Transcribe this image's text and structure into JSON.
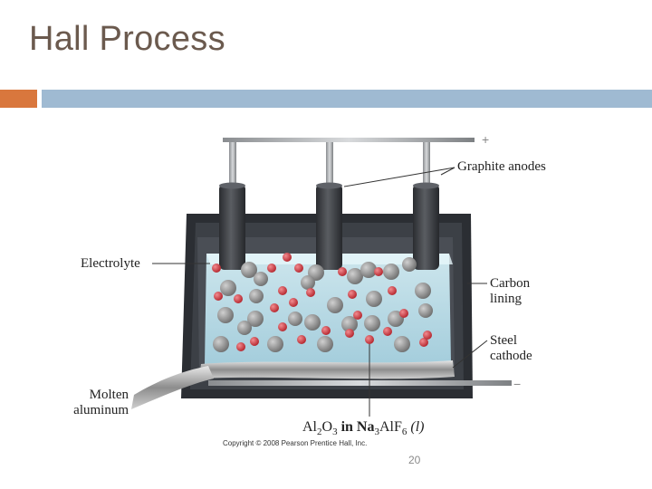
{
  "slide": {
    "title": "Hall Process",
    "page_number": "20"
  },
  "diagram": {
    "labels": {
      "graphite_anodes": "Graphite anodes",
      "electrolyte": "Electrolyte",
      "carbon_lining_line1": "Carbon",
      "carbon_lining_line2": "lining",
      "steel_cathode_line1": "Steel",
      "steel_cathode_line2": "cathode",
      "molten_aluminum_line1": "Molten",
      "molten_aluminum_line2": "aluminum",
      "plus_sign": "+",
      "minus_sign": "−"
    },
    "formula": {
      "part1": "Al",
      "sub1": "2",
      "part2": "O",
      "sub2": "3",
      "part3": " in Na",
      "sub3": "3",
      "part4": "AlF",
      "sub4": "6",
      "state": " (l)"
    },
    "copyright": "Copyright © 2008 Pearson Prentice Hall, Inc.",
    "colors": {
      "title_text": "#6b5a4e",
      "accent_orange": "#d9773d",
      "accent_blue": "#9fbad2",
      "cell_outer": "#2b2e33",
      "electrolyte": "#bfe3ee",
      "anode": "#3a3d42",
      "ion_gray": "#8c8c8c",
      "ion_red": "#d9414a"
    }
  }
}
